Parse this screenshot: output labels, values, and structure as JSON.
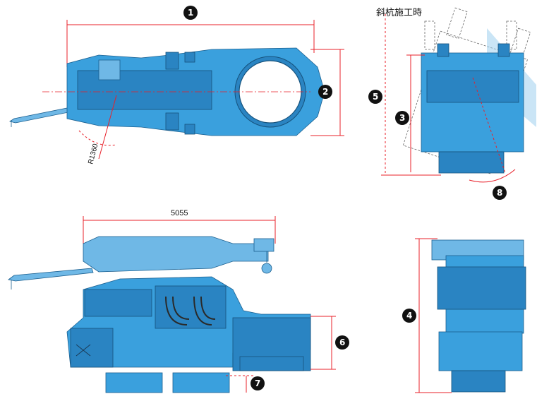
{
  "labels": {
    "oblique_caption": "斜杭施工時",
    "dim_length_top": "5055",
    "radius": "R1360"
  },
  "badges": [
    "1",
    "2",
    "3",
    "4",
    "5",
    "6",
    "7",
    "8"
  ],
  "colors": {
    "machine_blue": "#3aa0dd",
    "machine_light": "#6fb8e6",
    "dimension_red": "#e8202a",
    "badge": "#111111"
  }
}
